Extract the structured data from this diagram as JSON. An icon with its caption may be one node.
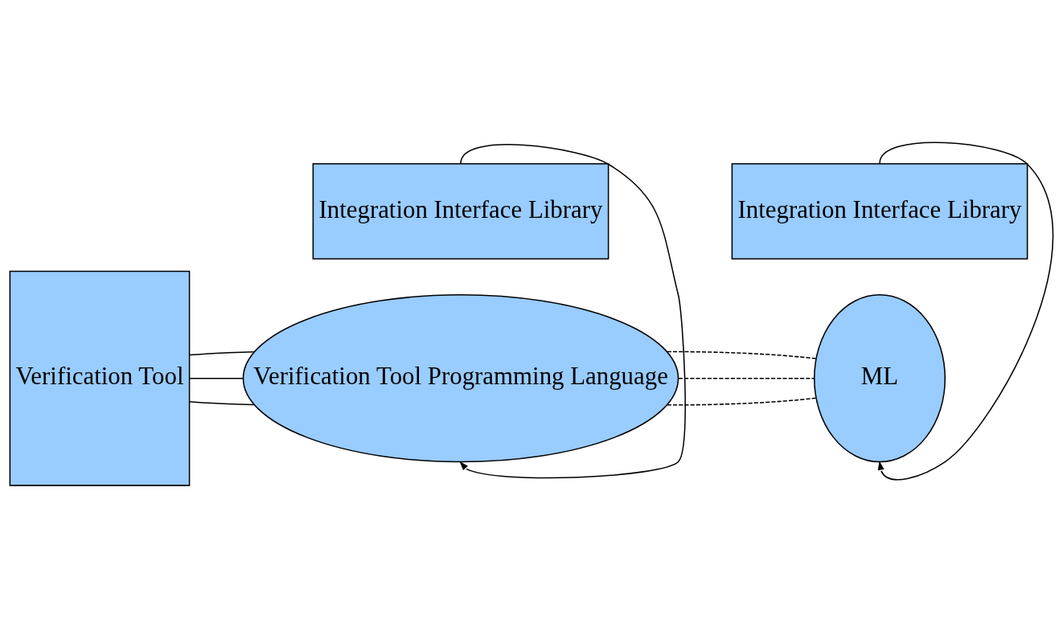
{
  "diagram": {
    "nodes": [
      {
        "text": [
          "Verification Tool"
        ]
      },
      {
        "text": [
          "Verification Tool Programming Language"
        ]
      },
      {
        "text": [
          "ML"
        ]
      },
      {
        "text": [
          "Integration Interface Library"
        ]
      },
      {
        "text": [
          "Integration Interface Library"
        ]
      }
    ],
    "edges": [
      {
        "from": 0,
        "to": 1,
        "arrow": "none"
      },
      {
        "from": 0,
        "to": 1,
        "arrow": "none"
      },
      {
        "from": 0,
        "to": 1,
        "arrow": "none"
      },
      {
        "from": 1,
        "to": 2,
        "arrow": "none",
        "style": "dashed"
      },
      {
        "from": 1,
        "to": 2,
        "arrow": "none",
        "style": "dashed"
      },
      {
        "from": 1,
        "to": 2,
        "arrow": "none",
        "style": "dashed"
      },
      {
        "from": 3,
        "to": 1,
        "arrow": "to"
      },
      {
        "from": 4,
        "to": 2,
        "arrow": "to"
      }
    ]
  }
}
